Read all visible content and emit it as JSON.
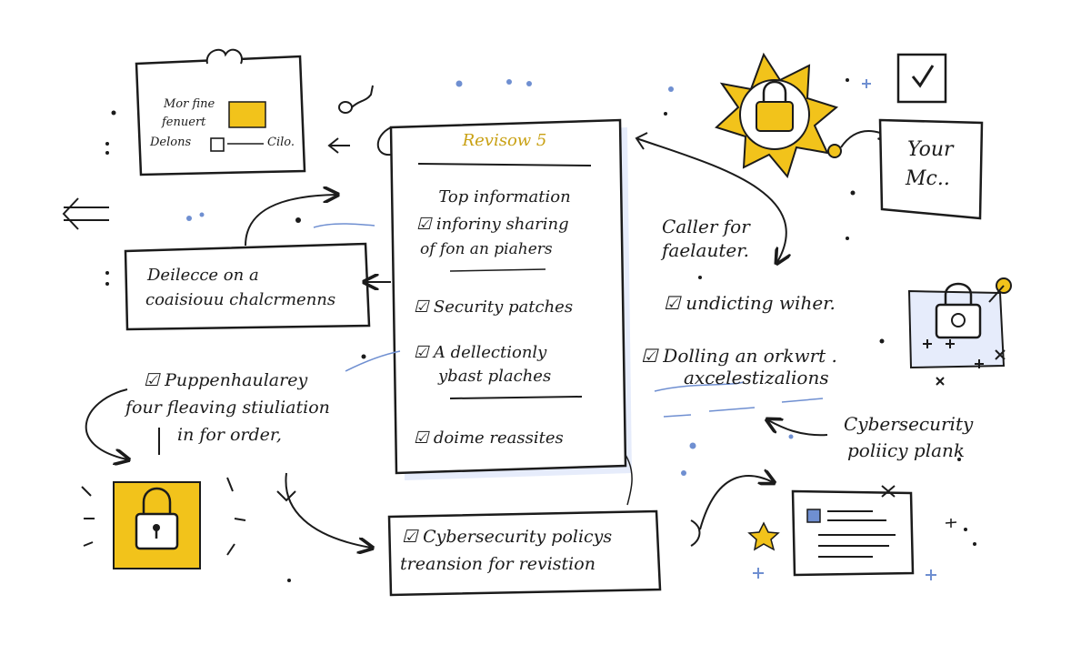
{
  "colors": {
    "ink": "#1b1b1b",
    "accent": "#f2c31b",
    "blue": "#6f8fd1",
    "paper": "#ffffff",
    "shade": "#e6ecfb"
  },
  "top_left_note": {
    "line1": "Mor fine",
    "line2": "fenuert",
    "line3": "Delons",
    "line3b": "Cilo."
  },
  "revision_doc": {
    "title": "Revisow 5",
    "heading": "Top information",
    "item1a": "inforiny sharing",
    "item1b": "of fon an piahers",
    "item2": "Security patches",
    "item3a": "A dellectionly",
    "item3b": "ybast plaches",
    "item4": "doime reassites"
  },
  "left_box": {
    "line1": "Deilecce  on a",
    "line2": "coaisiouu chalcrmenns"
  },
  "left_check": {
    "line1": "Puppenhaularey",
    "line2": "four  fleaving stiuliation",
    "line3": "in for order,"
  },
  "bottom_box": {
    "line1": "Cybersecurity policys",
    "line2": "treansion  for revistion"
  },
  "right_caller": {
    "line1": "Caller for",
    "line2": "faelauter."
  },
  "right_check1": {
    "text": "undicting wiher."
  },
  "right_check2": {
    "line1": "Dolling an orkwrt .",
    "line2": "axcelestizalions"
  },
  "your_box": {
    "line1": "Your",
    "line2": "Mc.."
  },
  "policy_label": {
    "line1": "Cybersecurity",
    "line2": "poliicy plank"
  },
  "icons": [
    "lock-icon",
    "sun-lock-icon",
    "checkbox-icon",
    "document-icon",
    "padlock-card-icon",
    "star-icon",
    "music-note-icon"
  ]
}
